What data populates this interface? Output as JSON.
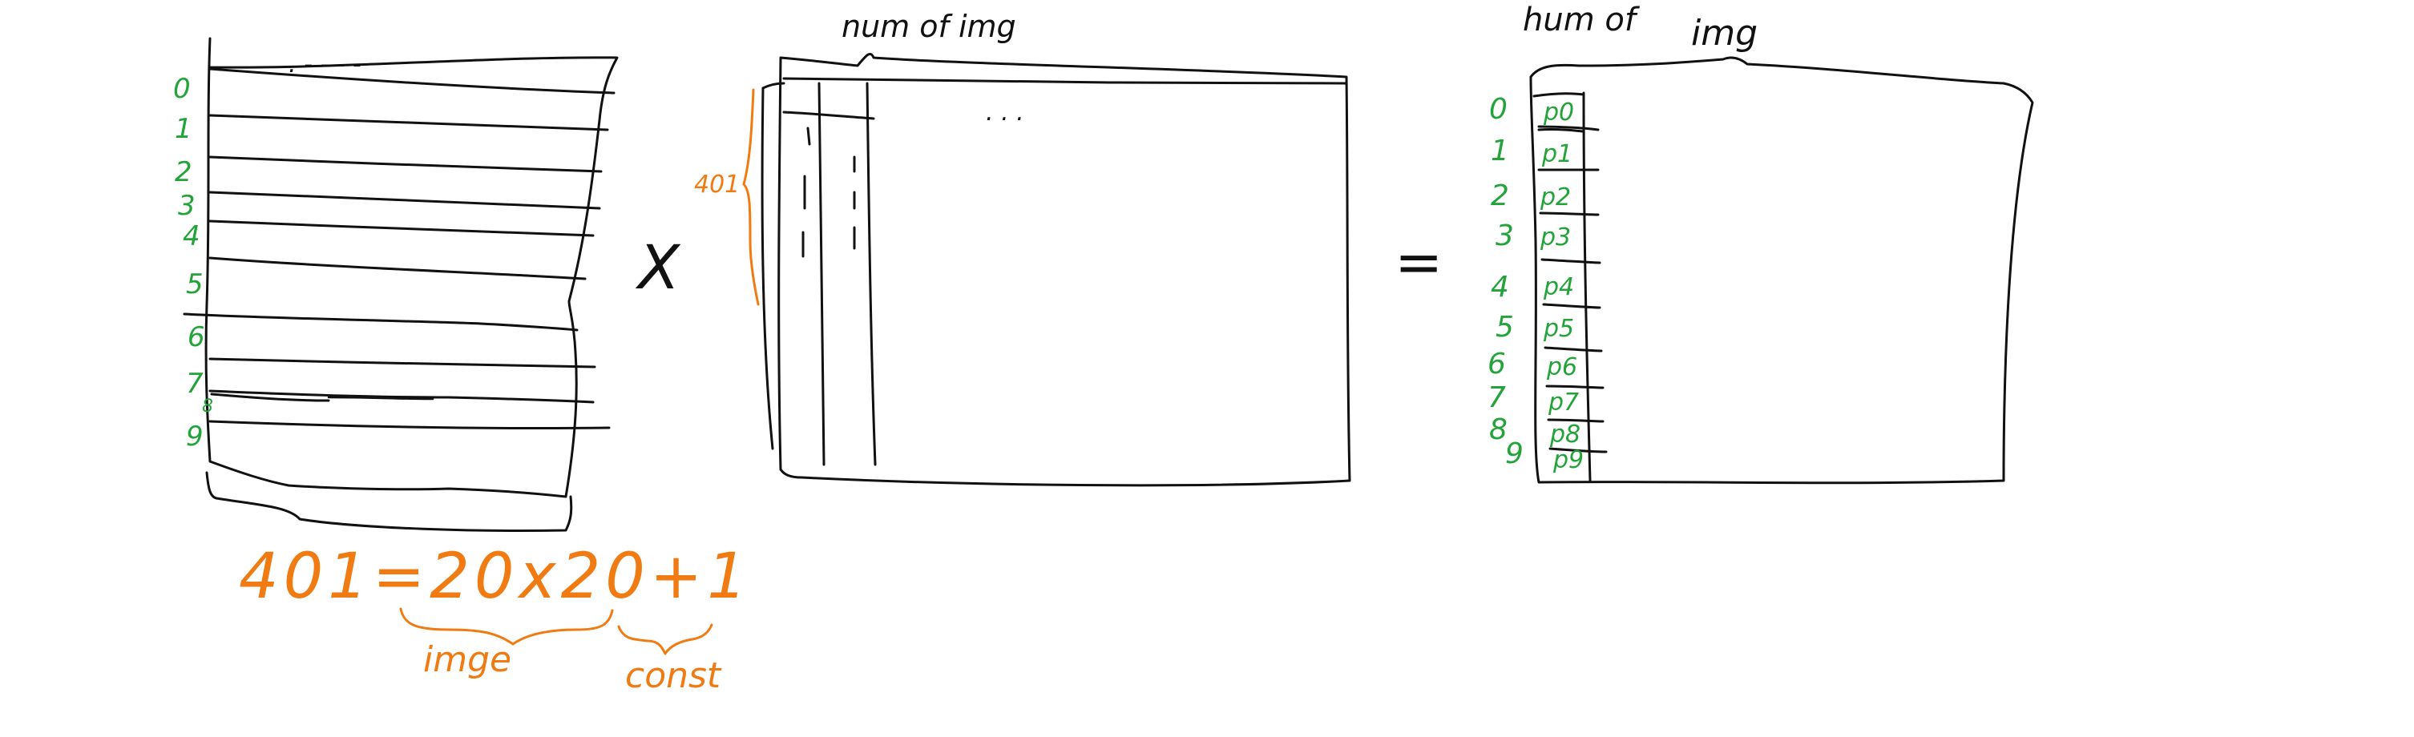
{
  "colors": {
    "ink": "#111111",
    "green": "#23a33a",
    "orange": "#f07b12",
    "background": "#ffffff"
  },
  "left_matrix": {
    "row_labels": [
      "0",
      "1",
      "2",
      "3",
      "4",
      "5",
      "6",
      "7",
      "8",
      "9"
    ],
    "top_dots": ". - -   - -"
  },
  "operators": {
    "times": "X",
    "equals": "="
  },
  "middle_matrix": {
    "top_label": "num of img",
    "side_label": "401",
    "dots": ". . ."
  },
  "right_matrix": {
    "top_label_a": "hum of",
    "top_label_b": "img",
    "row_labels": [
      "0",
      "1",
      "2",
      "3",
      "4",
      "5",
      "6",
      "7",
      "8",
      "9"
    ],
    "cell_labels": [
      "p0",
      "p1",
      "p2",
      "p3",
      "p4",
      "p5",
      "p6",
      "p7",
      "p8",
      "p9"
    ]
  },
  "equation": {
    "formula": "401=20x20+1",
    "image_label": "imge",
    "const_label": "const"
  }
}
